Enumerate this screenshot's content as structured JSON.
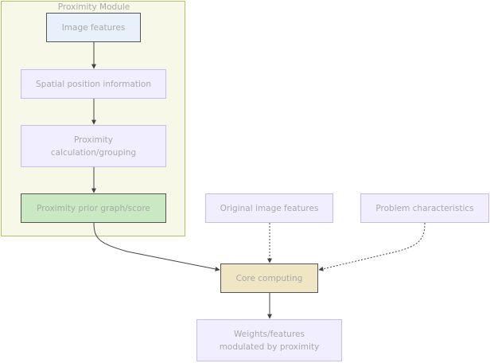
{
  "cluster": {
    "title": "Proximity Module"
  },
  "nodes": {
    "image_features": "Image features",
    "spatial_position": "Spatial position information",
    "proximity_calc": "Proximity\ncalculation/grouping",
    "proximity_prior": "Proximity prior graph/score",
    "original_features": "Original image features",
    "problem_characteristics": "Problem characteristics",
    "core_computing": "Core computing",
    "output": "Weights/features\nmodulated by proximity"
  },
  "colors": {
    "cluster_fill": "#f7f8e7",
    "cluster_border": "#b9c35e",
    "image_features_fill": "#e7f0fb",
    "prior_fill": "#c9e9c3",
    "core_fill": "#f0e6c4",
    "default_node_fill": "#f1efff",
    "default_node_border": "#c3bdf0",
    "text": "#a9a9a9",
    "edge": "#444444"
  },
  "edges": [
    {
      "from": "image_features",
      "to": "spatial_position",
      "style": "solid"
    },
    {
      "from": "spatial_position",
      "to": "proximity_calc",
      "style": "solid"
    },
    {
      "from": "proximity_calc",
      "to": "proximity_prior",
      "style": "solid"
    },
    {
      "from": "proximity_prior",
      "to": "core_computing",
      "style": "solid"
    },
    {
      "from": "original_features",
      "to": "core_computing",
      "style": "dashed"
    },
    {
      "from": "problem_characteristics",
      "to": "core_computing",
      "style": "dashed"
    },
    {
      "from": "core_computing",
      "to": "output",
      "style": "solid"
    }
  ]
}
